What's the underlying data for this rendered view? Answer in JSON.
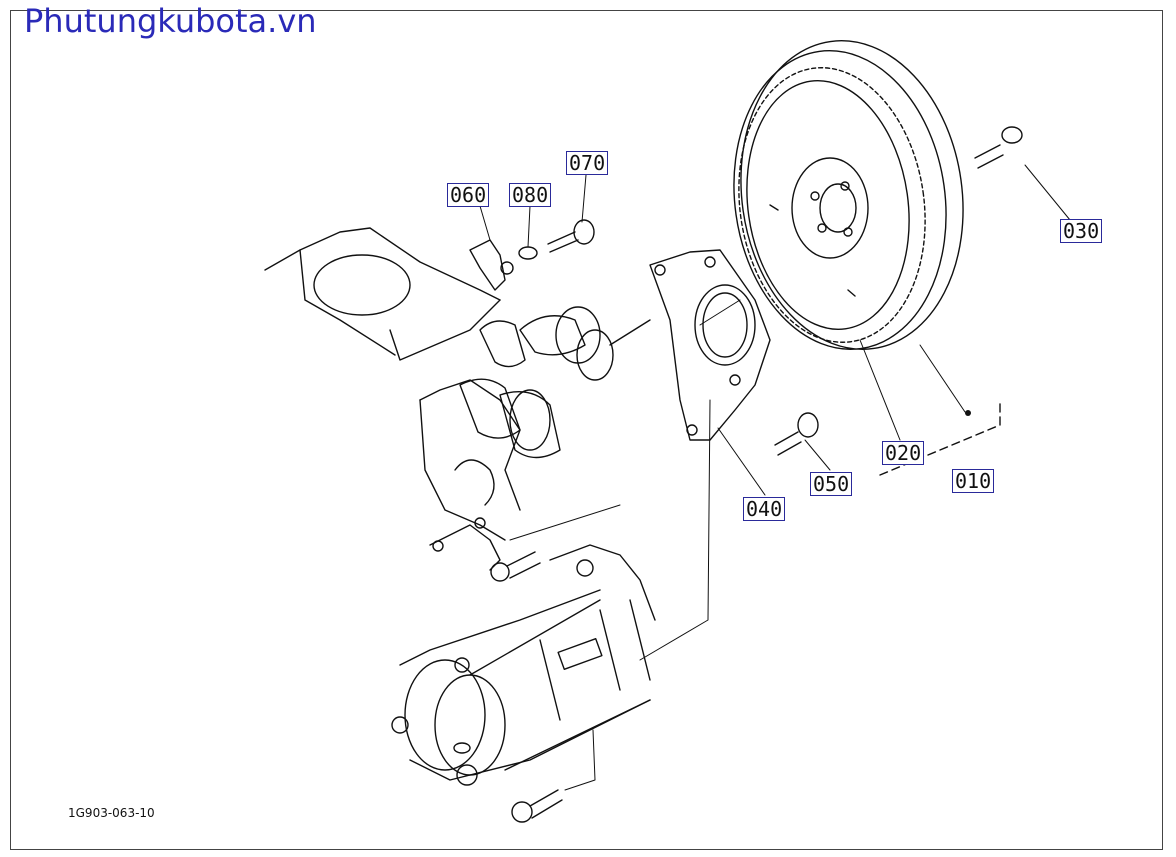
{
  "header": {
    "brand": "Phutungkubota.vn"
  },
  "callouts": [
    {
      "id": "070",
      "label": "070"
    },
    {
      "id": "060",
      "label": "060"
    },
    {
      "id": "080",
      "label": "080"
    },
    {
      "id": "030",
      "label": "030"
    },
    {
      "id": "020",
      "label": "020"
    },
    {
      "id": "010",
      "label": "010"
    },
    {
      "id": "050",
      "label": "050"
    },
    {
      "id": "040",
      "label": "040"
    }
  ],
  "footer": {
    "drawing_id": "1G903-063-10"
  },
  "colors": {
    "brand": "#2a2ab8",
    "callout_border": "#2a2a9a",
    "line": "#111111"
  }
}
